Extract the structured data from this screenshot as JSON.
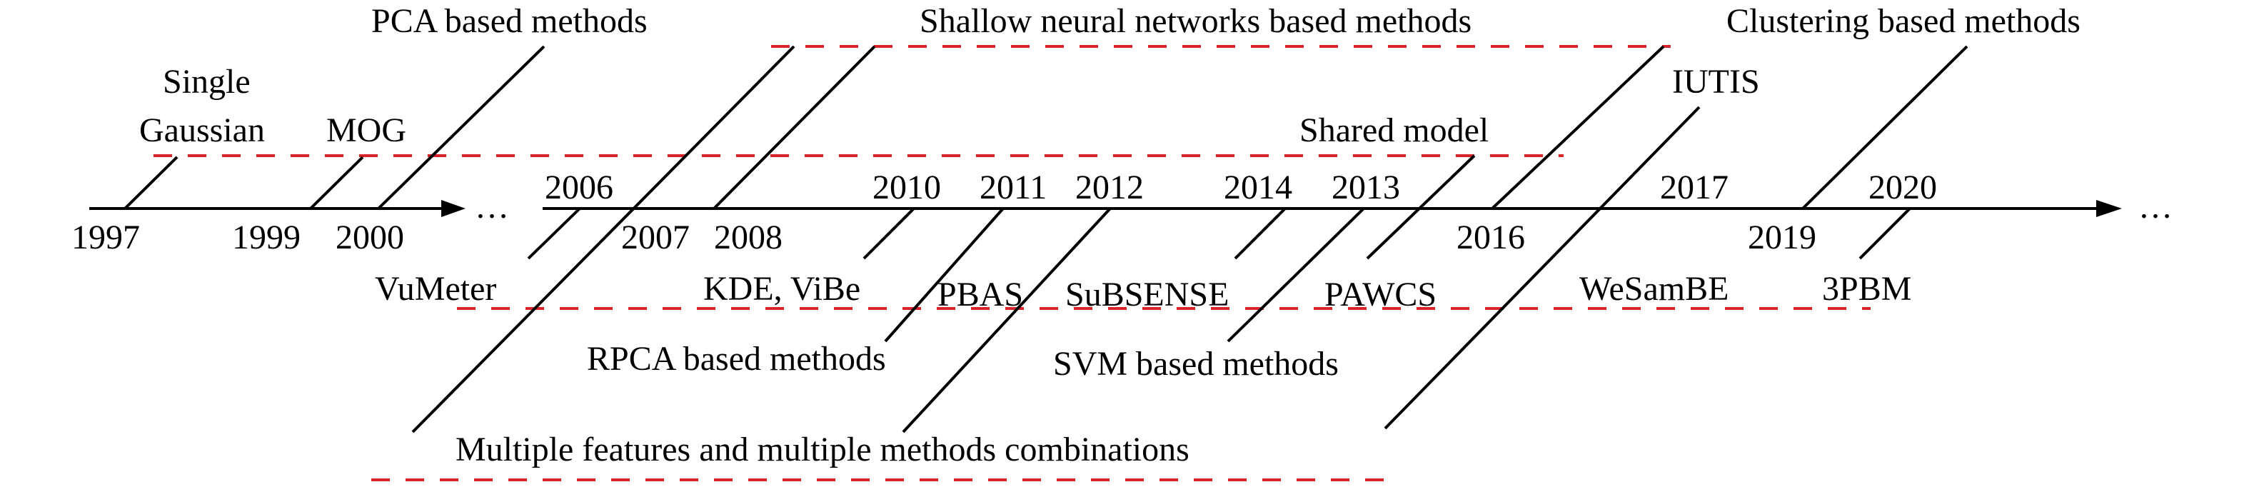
{
  "colors": {
    "line": "#000000",
    "dash": "#d9232a",
    "text": "#000000"
  },
  "ellipsis": "…",
  "years": [
    "1997",
    "1999",
    "2000",
    "2006",
    "2007",
    "2008",
    "2010",
    "2011",
    "2012",
    "2014",
    "2013",
    "2016",
    "2017",
    "2019",
    "2020"
  ],
  "methods": {
    "single_gaussian": [
      "Single",
      "Gaussian"
    ],
    "mog": "MOG",
    "pca": "PCA based methods",
    "shallow_nn": "Shallow neural networks based methods",
    "clustering": "Clustering based methods",
    "iutis": "IUTIS",
    "shared_model": "Shared model",
    "vumeter": "VuMeter",
    "kde_vibe": "KDE, ViBe",
    "pbas": "PBAS",
    "subsense": "SuBSENSE",
    "pawcs": "PAWCS",
    "wesambe": "WeSamBE",
    "pbm3": "3PBM",
    "rpca": "RPCA based methods",
    "svm": "SVM based methods",
    "multiple": "Multiple features and multiple methods combinations"
  }
}
